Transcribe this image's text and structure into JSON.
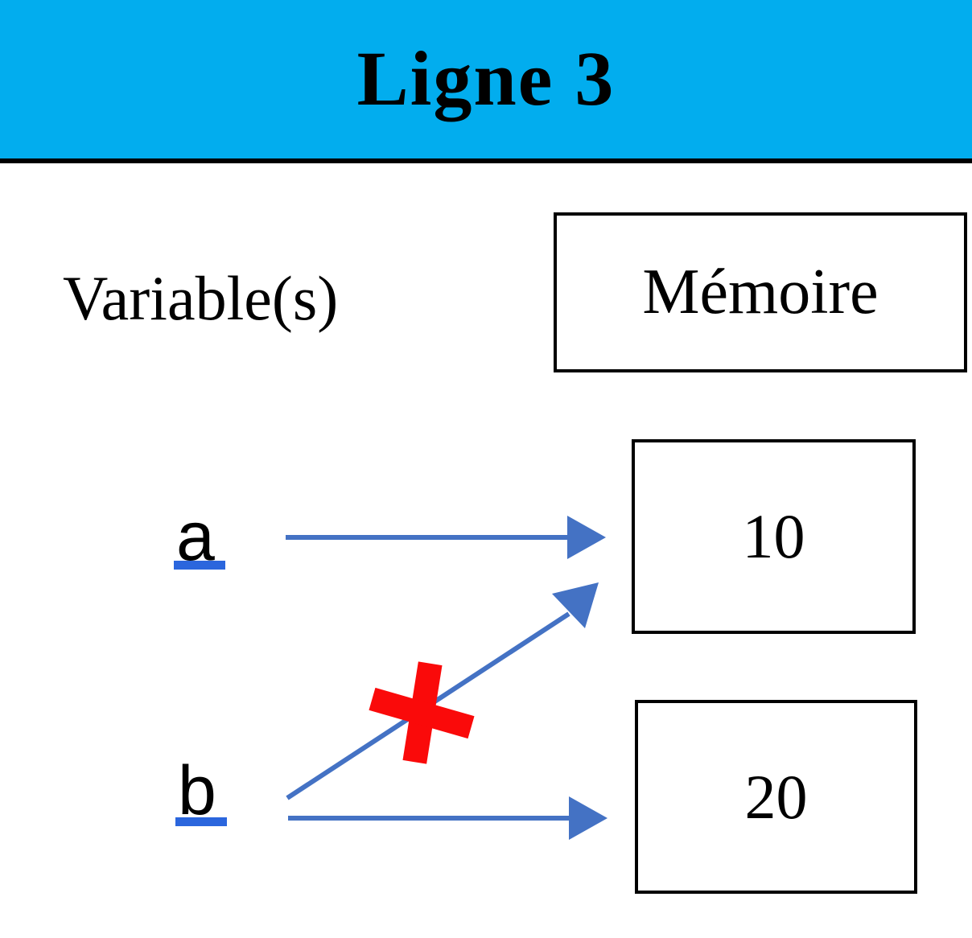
{
  "slide": {
    "title": "Ligne 3",
    "header_background": "#02ADEE",
    "header_rule_color": "#000000",
    "background": "#ffffff"
  },
  "columns": {
    "variables_label": "Variable(s)",
    "memory_label": "Mémoire"
  },
  "variables": [
    {
      "name": "a",
      "underline_color": "#2B66DD"
    },
    {
      "name": "b",
      "underline_color": "#2B66DD"
    }
  ],
  "memory_cells": [
    {
      "value": "10"
    },
    {
      "value": "20"
    }
  ],
  "links": [
    {
      "id": "a-to-10",
      "from": "a",
      "to": "10",
      "style": "straight",
      "color": "#4472C4",
      "invalid": false
    },
    {
      "id": "b-to-10",
      "from": "b",
      "to": "10",
      "style": "diagonal",
      "color": "#4472C4",
      "invalid": true
    },
    {
      "id": "b-to-20",
      "from": "b",
      "to": "20",
      "style": "straight",
      "color": "#4472C4",
      "invalid": false
    }
  ],
  "markers": {
    "invalid_cross_color": "#FA0A0A",
    "invalid_cross_name": "red-x-cross"
  }
}
